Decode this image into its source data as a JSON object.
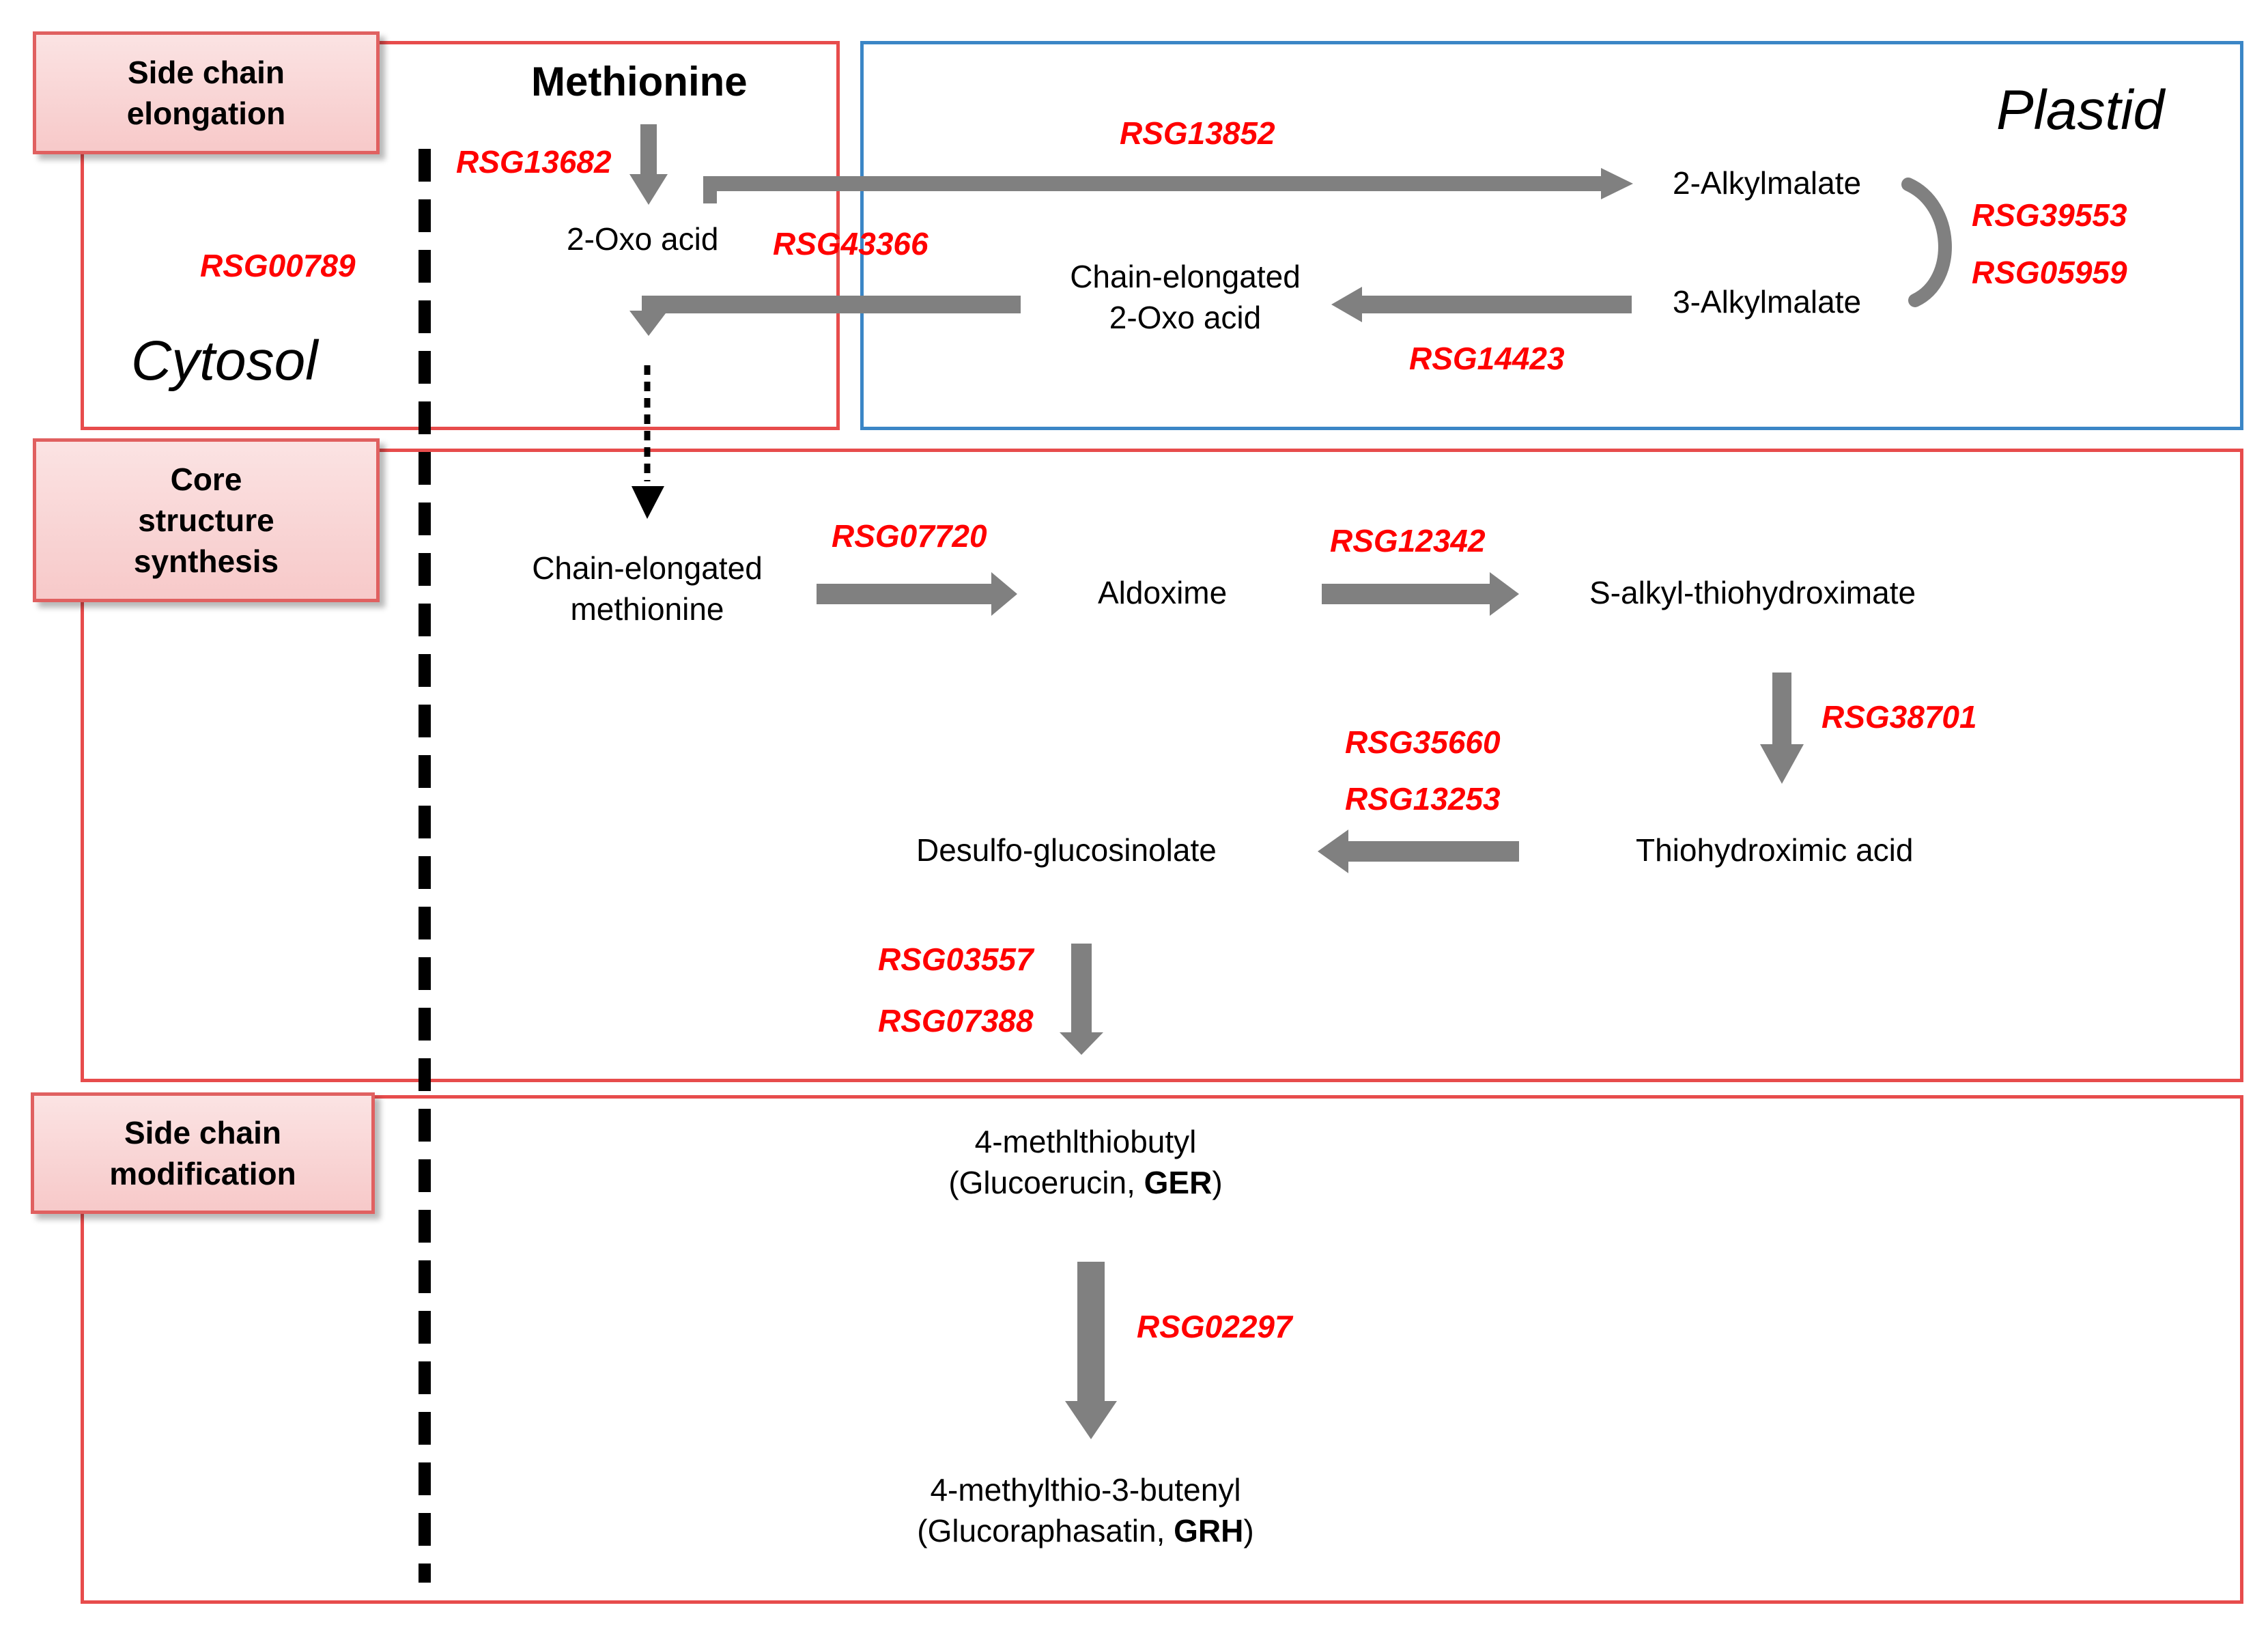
{
  "stages": {
    "elongation": "Side chain\nelongation",
    "core": "Core\nstructure\nsynthesis",
    "modification": "Side chain\nmodification"
  },
  "compartments": {
    "cytosol": "Cytosol",
    "plastid": "Plastid"
  },
  "metabolites": {
    "methionine": "Methionine",
    "oxo_acid": "2-Oxo acid",
    "alkylmalate2": "2-Alkylmalate",
    "alkylmalate3": "3-Alkylmalate",
    "chain_oxo_line1": "Chain-elongated",
    "chain_oxo_line2": "2-Oxo acid",
    "chain_met_line1": "Chain-elongated",
    "chain_met_line2": "methionine",
    "aldoxime": "Aldoxime",
    "s_alkyl": "S-alkyl-thiohydroximate",
    "thiohydroximic": "Thiohydroximic acid",
    "desulfo": "Desulfo-glucosinolate",
    "ger_line1": "4-methlthiobutyl",
    "ger_line2_pre": "(Glucoerucin, ",
    "ger_abbr": "GER",
    "ger_line2_post": ")",
    "grh_line1": "4-methylthio-3-butenyl",
    "grh_line2_pre": "(Glucoraphasatin, ",
    "grh_abbr": "GRH",
    "grh_line2_post": ")"
  },
  "genes": {
    "g13682": "RSG13682",
    "g00789": "RSG00789",
    "g13852": "RSG13852",
    "g43366": "RSG43366",
    "g39553": "RSG39553",
    "g05959": "RSG05959",
    "g14423": "RSG14423",
    "g07720": "RSG07720",
    "g12342": "RSG12342",
    "g38701": "RSG38701",
    "g35660": "RSG35660",
    "g13253": "RSG13253",
    "g03557": "RSG03557",
    "g07388": "RSG07388",
    "g02297": "RSG02297"
  },
  "colors": {
    "gene_text": "#ff0000",
    "red_border": "#e74c4c",
    "blue_border": "#3b86c6",
    "arrow": "#808080",
    "stage_fill": "#f7c9c9"
  }
}
